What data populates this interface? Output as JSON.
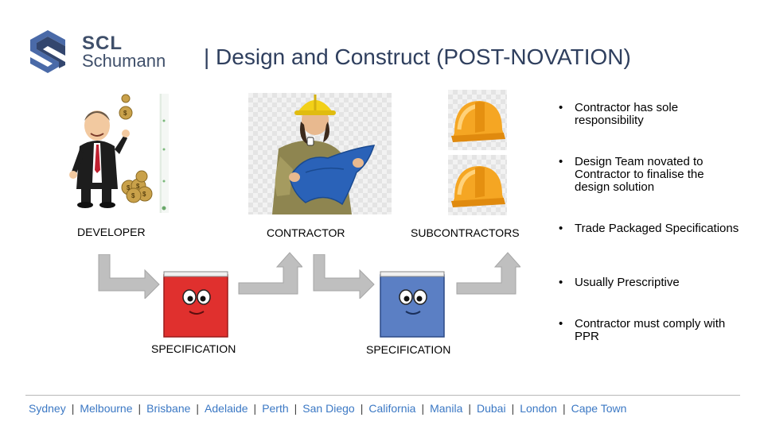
{
  "header": {
    "logo_line1": "SCL",
    "logo_line2": "Schumann",
    "title": "| Design and Construct (POST-NOVATION)"
  },
  "roles": {
    "developer": "DEVELOPER",
    "contractor": "CONTRACTOR",
    "subcontractors": "SUBCONTRACTORS"
  },
  "specifications": [
    "SPECIFICATION",
    "SPECIFICATION"
  ],
  "bullets": [
    "Contractor has sole responsibility",
    "Design Team novated to Contractor to finalise the design solution",
    "Trade Packaged Specifications",
    "Usually Prescriptive",
    "Contractor must comply with PPR"
  ],
  "footer": {
    "cities": [
      "Sydney",
      "Melbourne",
      "Brisbane",
      "Adelaide",
      "Perth",
      "San Diego",
      "California",
      "Manila",
      "Dubai",
      "London",
      "Cape Town"
    ],
    "separator": "|"
  },
  "colors": {
    "brand_navy": "#3f4f6a",
    "brand_blue": "#3b78c4",
    "spec_book_red": "#e0302e",
    "spec_book_blue": "#5b7fc4",
    "arrow_gray": "#bfbfbf",
    "helmet_orange": "#f5a623"
  }
}
